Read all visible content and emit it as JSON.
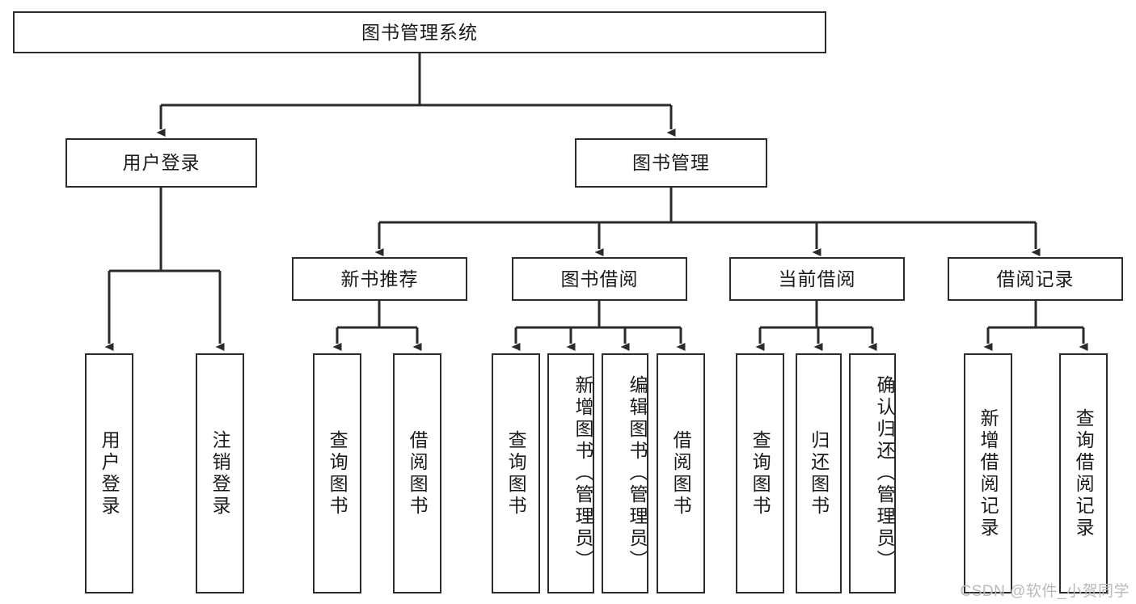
{
  "diagram": {
    "title": "图书管理系统",
    "type": "tree-hierarchy",
    "root": {
      "label": "图书管理系统"
    },
    "level2": [
      {
        "label": "用户登录"
      },
      {
        "label": "图书管理"
      }
    ],
    "level3": [
      {
        "label": "新书推荐"
      },
      {
        "label": "图书借阅"
      },
      {
        "label": "当前借阅"
      },
      {
        "label": "借阅记录"
      }
    ],
    "leaves": [
      {
        "label": "用户登录",
        "parent": "用户登录"
      },
      {
        "label": "注销登录",
        "parent": "用户登录"
      },
      {
        "label": "查询图书",
        "parent": "新书推荐"
      },
      {
        "label": "借阅图书",
        "parent": "新书推荐"
      },
      {
        "label": "查询图书",
        "parent": "图书借阅"
      },
      {
        "label": "新增图书（管理员）",
        "parent": "图书借阅"
      },
      {
        "label": "编辑图书（管理员）",
        "parent": "图书借阅"
      },
      {
        "label": "借阅图书",
        "parent": "图书借阅"
      },
      {
        "label": "查询图书",
        "parent": "当前借阅"
      },
      {
        "label": "归还图书",
        "parent": "当前借阅"
      },
      {
        "label": "确认归还（管理员）",
        "parent": "当前借阅"
      },
      {
        "label": "新增借阅记录",
        "parent": "借阅记录"
      },
      {
        "label": "查询借阅记录",
        "parent": "借阅记录"
      }
    ]
  },
  "watermark": {
    "text": "CSDN @软件_小贺同学"
  },
  "colors": {
    "stroke": "#2b2b2b",
    "fill": "#ffffff",
    "text": "#1a1a1a",
    "watermark": "#b9b9b9"
  }
}
